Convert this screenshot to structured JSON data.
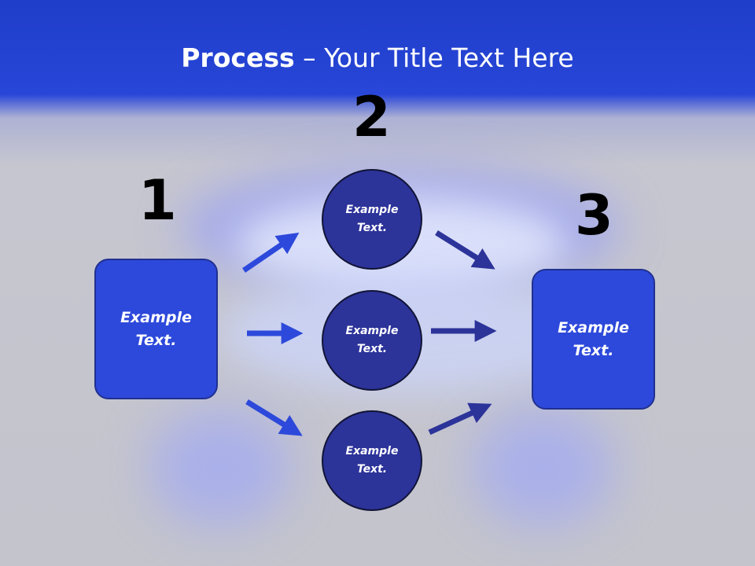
{
  "title": {
    "bold_part": "Process",
    "rest": " – Your Title Text Here"
  },
  "steps": {
    "step1_number": "1",
    "step2_number": "2",
    "step3_number": "3"
  },
  "nodes": {
    "left_box": "Example\nText.",
    "circle_top": "Example\nText.",
    "circle_middle": "Example\nText.",
    "circle_bottom": "Example\nText.",
    "right_box": "Example\nText."
  },
  "colors": {
    "header_blue": "#2846d8",
    "box_blue": "#2d49db",
    "circle_navy": "#2c3399",
    "arrow_left_blue": "#2d49db",
    "arrow_right_navy": "#2c3399"
  }
}
